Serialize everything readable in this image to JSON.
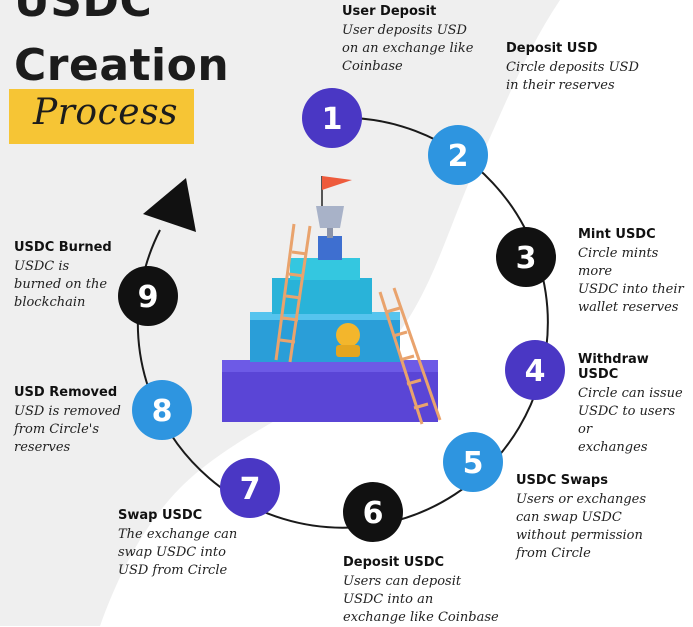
{
  "title": {
    "line1": "USDC",
    "line2": "Creation"
  },
  "subtitle": "Process",
  "colors": {
    "purple": "#4a37c4",
    "blue": "#2e95e0",
    "black": "#111111",
    "yellow": "#f6c535",
    "background_grey": "#efefef"
  },
  "illustration": {
    "description_icon": "trophy-on-stepped-pyramid-with-ladders-and-coin-icon"
  },
  "steps": [
    {
      "number": "1",
      "color": "purple",
      "title": "User Deposit",
      "desc": "User deposits USD\non an exchange like\nCoinbase"
    },
    {
      "number": "2",
      "color": "blue",
      "title": "Deposit USD",
      "desc": "Circle deposits USD\nin their reserves"
    },
    {
      "number": "3",
      "color": "black",
      "title": "Mint USDC",
      "desc": "Circle mints more\nUSDC into their\nwallet reserves"
    },
    {
      "number": "4",
      "color": "purple",
      "title": "Withdraw USDC",
      "desc": "Circle can issue\nUSDC to users or\nexchanges"
    },
    {
      "number": "5",
      "color": "blue",
      "title": "USDC Swaps",
      "desc": "Users or exchanges\ncan swap USDC\nwithout permission\nfrom Circle"
    },
    {
      "number": "6",
      "color": "black",
      "title": "Deposit USDC",
      "desc": "Users can deposit\nUSDC into an\nexchange like Coinbase"
    },
    {
      "number": "7",
      "color": "purple",
      "title": "Swap USDC",
      "desc": "The exchange can\nswap USDC into\nUSD from Circle"
    },
    {
      "number": "8",
      "color": "blue",
      "title": "USD Removed",
      "desc": "USD is removed\nfrom Circle's\nreserves"
    },
    {
      "number": "9",
      "color": "black",
      "title": "USDC Burned",
      "desc": "USDC is\nburned on the\nblockchain"
    }
  ]
}
